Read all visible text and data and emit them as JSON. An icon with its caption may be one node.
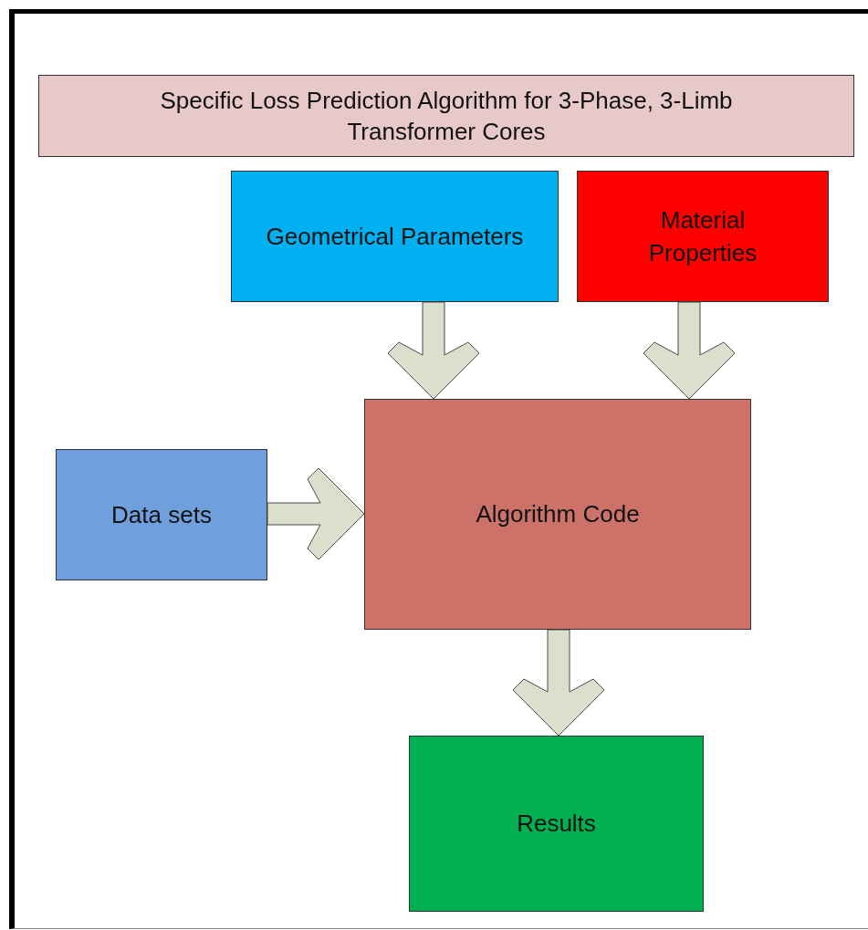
{
  "diagram": {
    "nodes": [
      {
        "text": [
          "Specific Loss Prediction Algorithm for 3-Phase, 3-Limb Transformer Cores"
        ]
      },
      {
        "text": [
          "Geometrical Parameters"
        ]
      },
      {
        "text": [
          "Material Properties"
        ]
      },
      {
        "text": [
          "Data sets"
        ]
      },
      {
        "text": [
          "Algorithm Code"
        ]
      },
      {
        "text": [
          "Results"
        ]
      }
    ],
    "edges": [
      {
        "from": 1,
        "to": 4,
        "arrow": "to"
      },
      {
        "from": 2,
        "to": 4,
        "arrow": "to"
      },
      {
        "from": 3,
        "to": 4,
        "arrow": "to"
      },
      {
        "from": 4,
        "to": 5,
        "arrow": "to"
      }
    ]
  }
}
